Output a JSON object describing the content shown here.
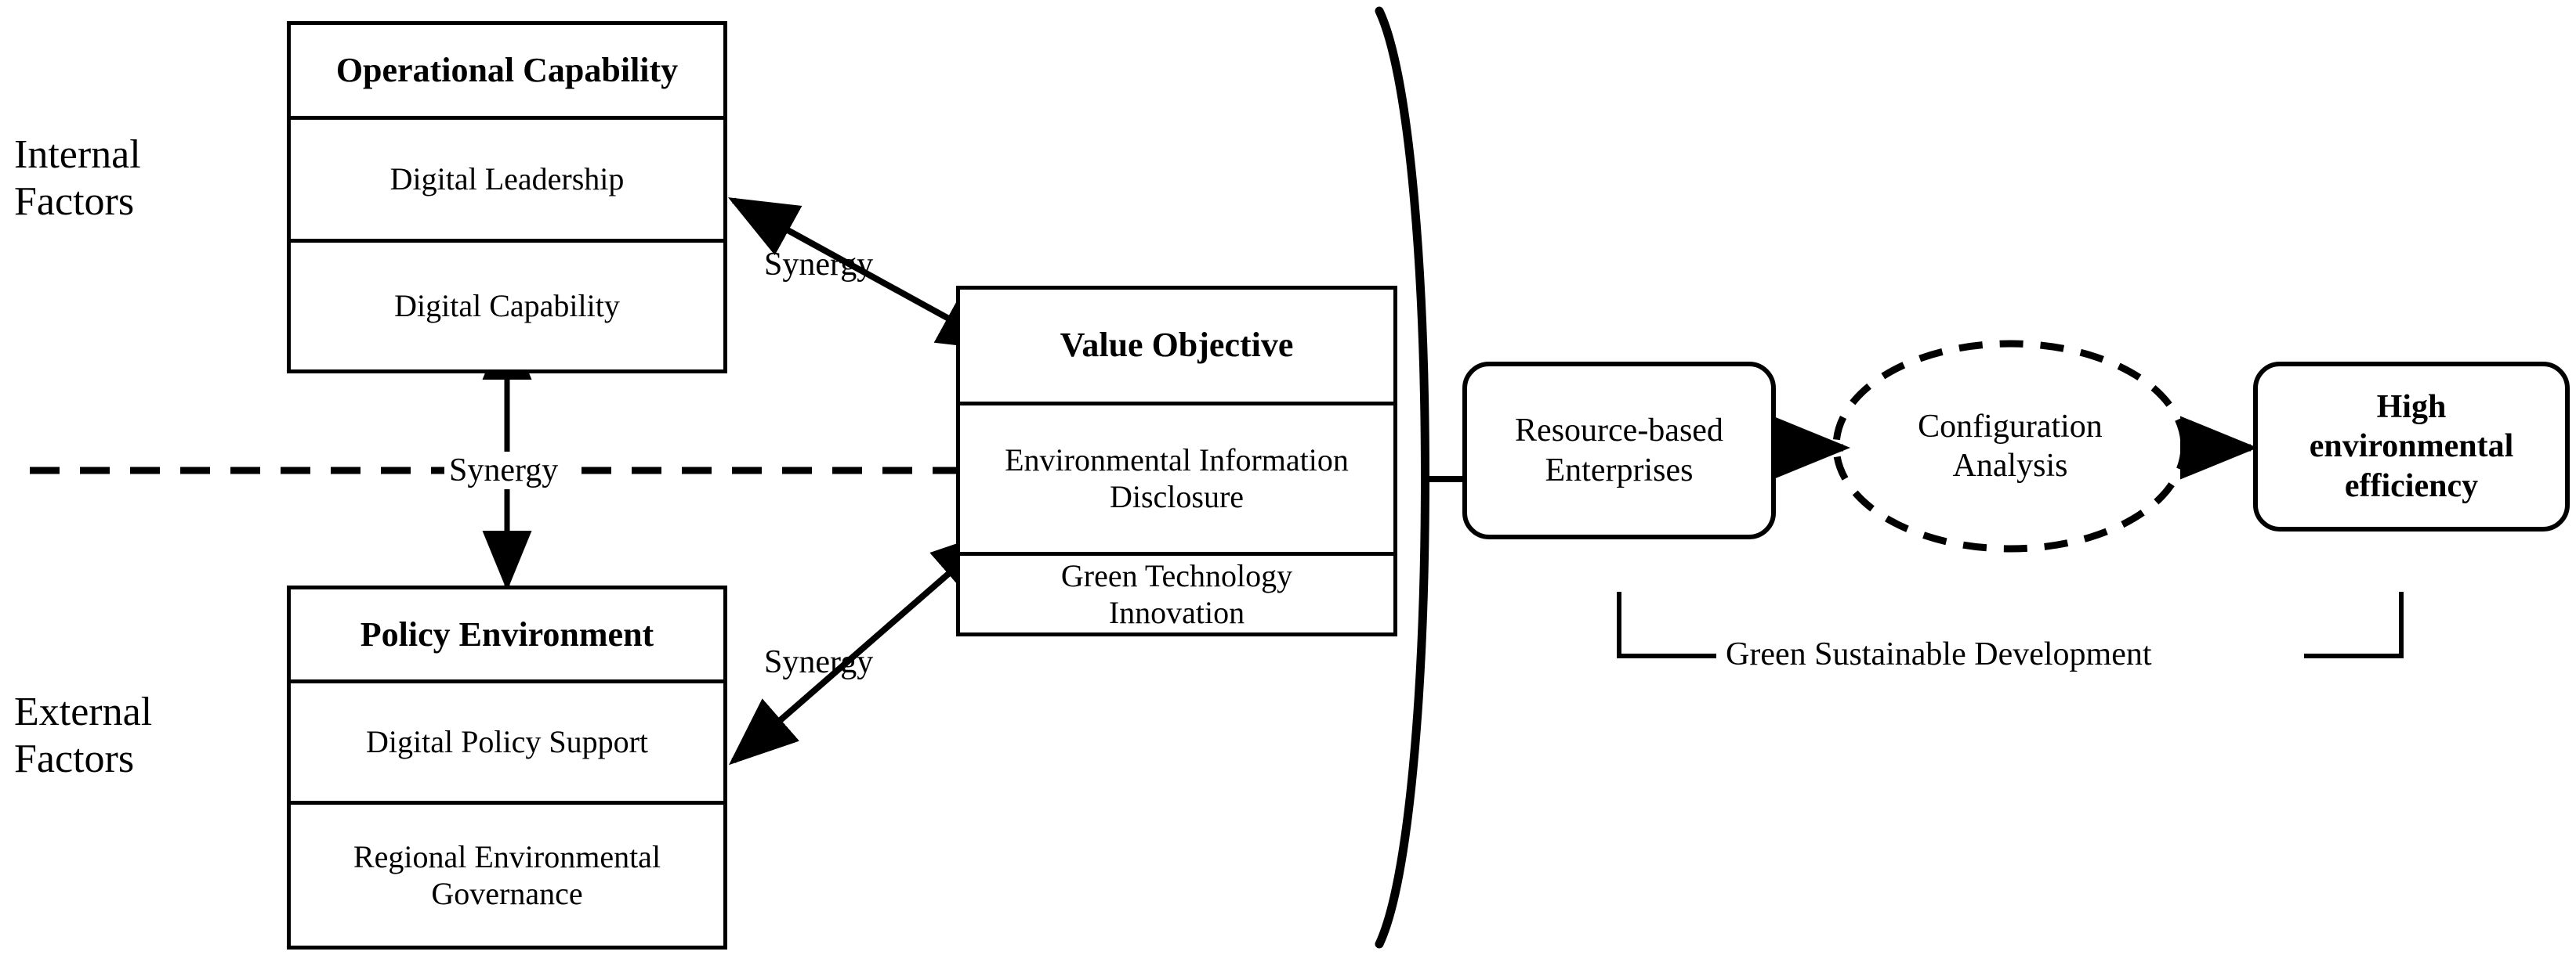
{
  "figure": {
    "title": "Research framework: digital-green synergy driving high environmental efficiency",
    "stroke_color": "#000000",
    "background_color": "#ffffff"
  },
  "side_labels": {
    "internal": "Internal\nFactors",
    "external": "External\nFactors"
  },
  "boxes": {
    "operational_capability": {
      "header": "Operational Capability",
      "rows": [
        "Digital Leadership",
        "Digital Capability"
      ]
    },
    "policy_environment": {
      "header": "Policy Environment",
      "rows": [
        "Digital Policy Support",
        "Regional Environmental\nGovernance"
      ]
    },
    "value_objective": {
      "header": "Value Objective",
      "rows": [
        "Environmental Information\nDisclosure",
        "Green Technology\nInnovation"
      ]
    }
  },
  "nodes": {
    "resource_based_enterprises": "Resource-based\nEnterprises",
    "configuration_analysis": "Configuration\nAnalysis",
    "high_environmental_efficiency": "High\nenvironmental\nefficiency"
  },
  "connector_labels": {
    "synergy_top": "Synergy",
    "synergy_middle": "Synergy",
    "synergy_bottom": "Synergy",
    "green_sustainable_development": "Green Sustainable Development"
  }
}
